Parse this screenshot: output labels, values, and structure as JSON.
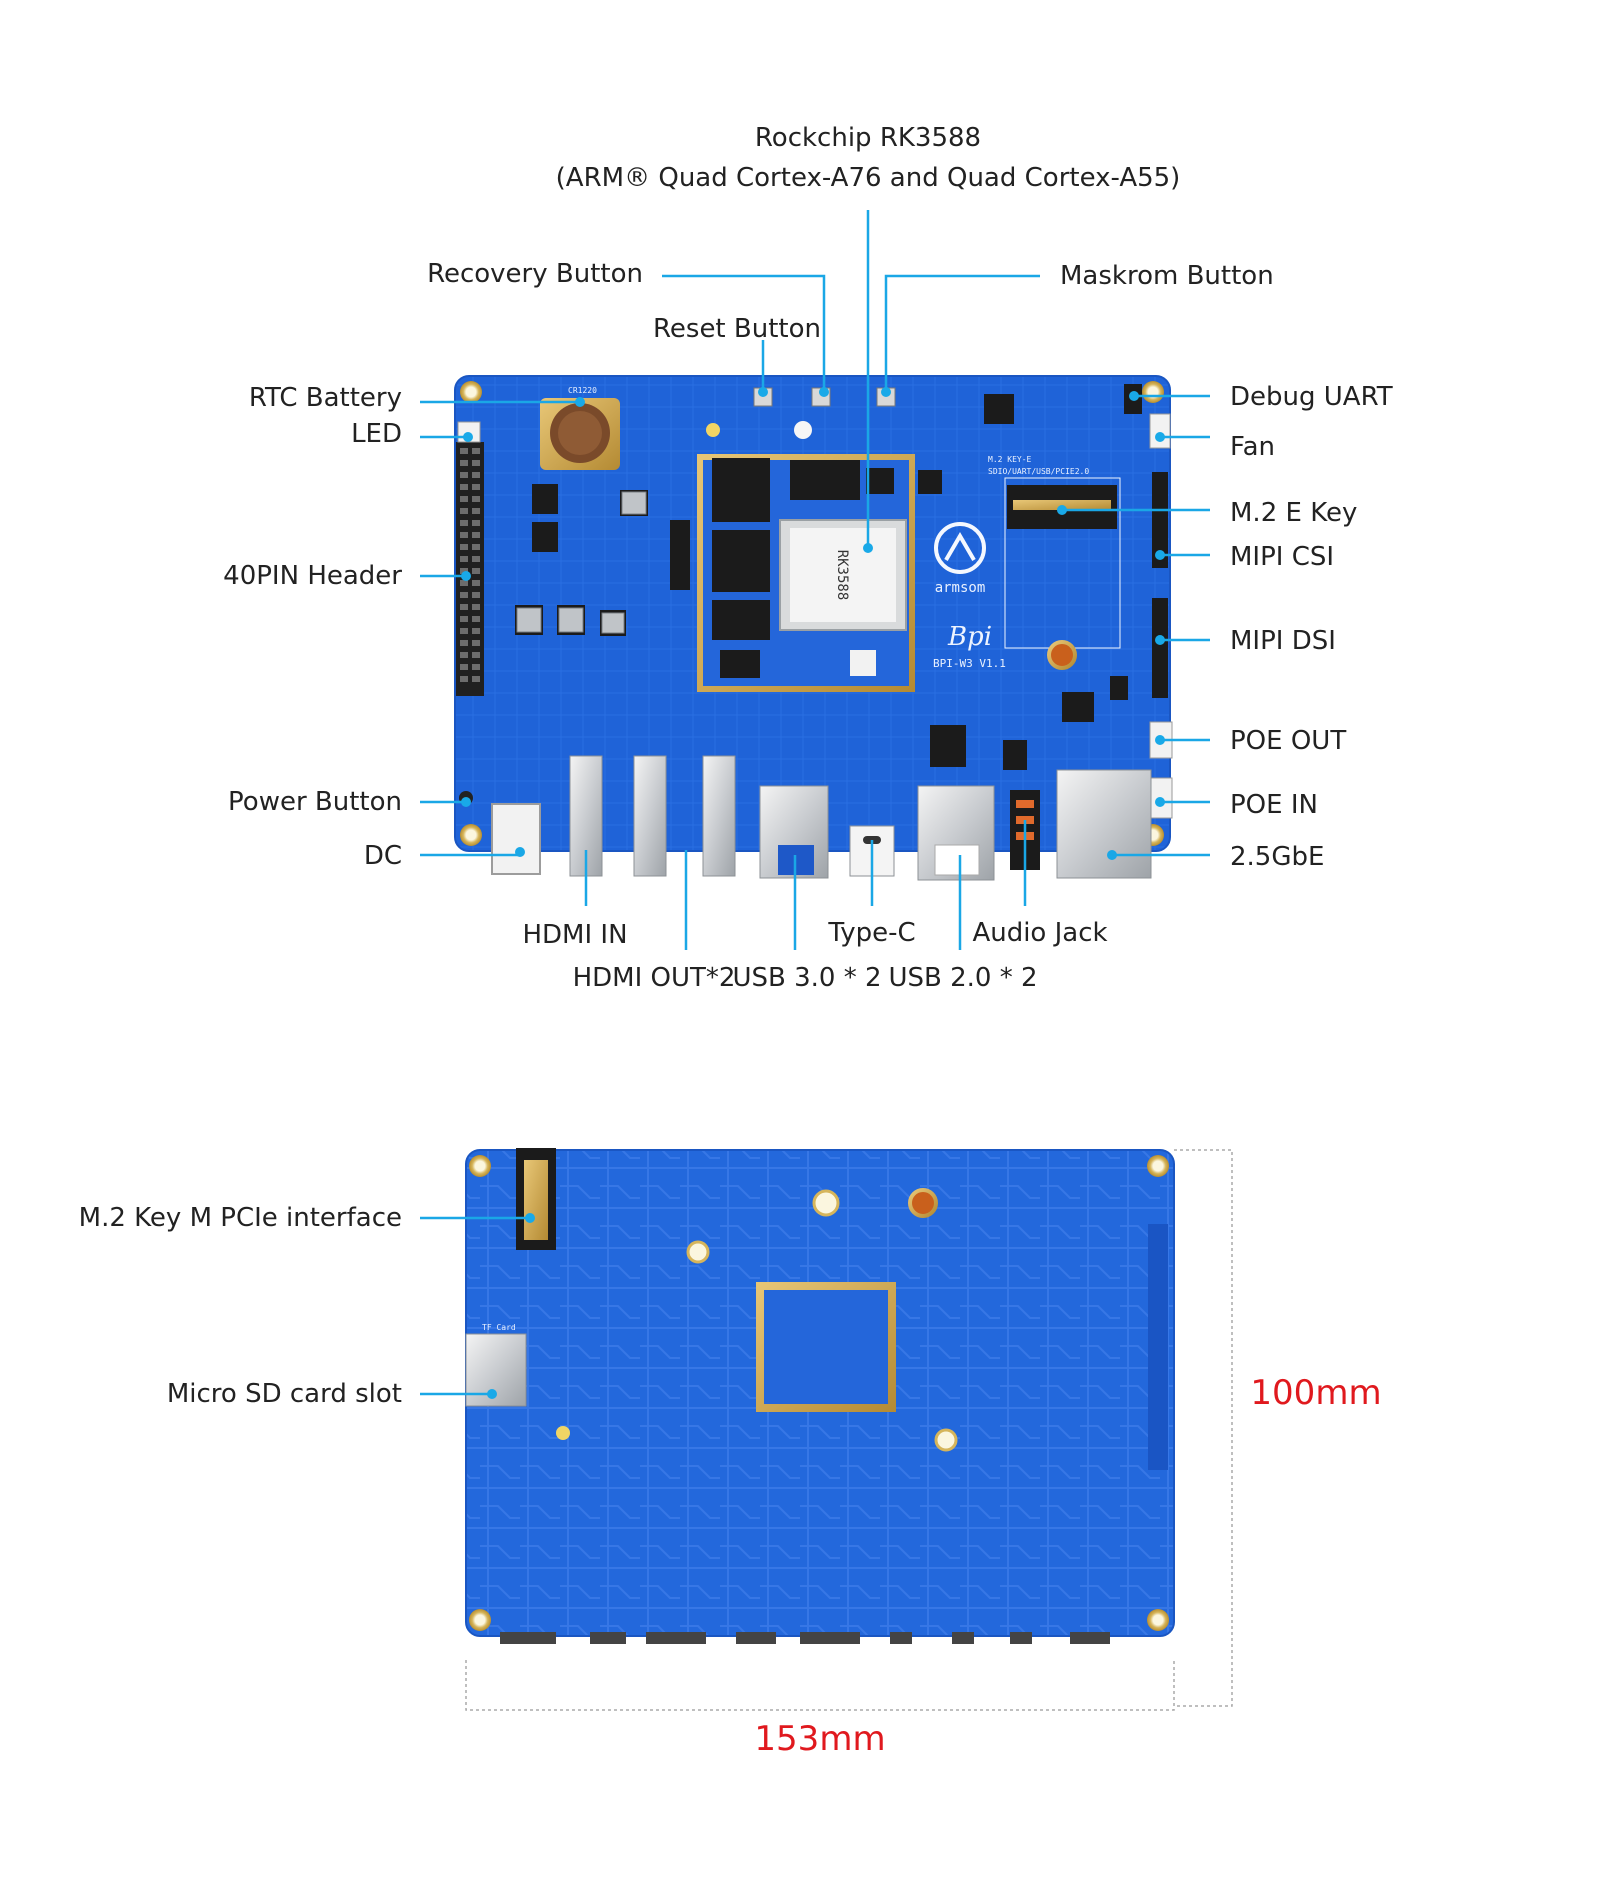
{
  "top_board": {
    "title": "Rockchip RK3588",
    "title_sub": "(ARM® Quad Cortex-A76 and Quad Cortex-A55)",
    "left_labels": {
      "rtc_battery": "RTC Battery",
      "led": "LED",
      "header_40pin": "40PIN Header",
      "power_button": "Power Button",
      "dc": "DC"
    },
    "top_labels": {
      "recovery": "Recovery Button",
      "reset": "Reset Button",
      "maskrom": "Maskrom Button"
    },
    "right_labels": {
      "debug_uart": "Debug UART",
      "fan": "Fan",
      "m2_e_key": "M.2 E Key",
      "mipi_csi": "MIPI CSI",
      "mipi_dsi": "MIPI DSI",
      "poe_out": "POE OUT",
      "poe_in": "POE IN",
      "gbe": "2.5GbE"
    },
    "bottom_labels": {
      "hdmi_in": "HDMI IN",
      "hdmi_out": "HDMI OUT*2",
      "usb30": "USB 3.0 * 2",
      "type_c": "Type-C",
      "usb20": "USB 2.0 * 2",
      "audio_jack": "Audio Jack"
    },
    "silkscreen": {
      "brand": "armsom",
      "model": "BPI-W3  V1.1",
      "bpi": "Bpi",
      "soc_text": "RK3588",
      "m2_text": "M.2  KEY-E",
      "m2_sub": "SDIO/UART/USB/PCIE2.0",
      "cr": "CR1220"
    }
  },
  "bottom_board": {
    "m2_m_key": "M.2 Key M PCIe interface",
    "micro_sd": "Micro SD card slot",
    "silk_tf": "TF Card",
    "width": "153mm",
    "height": "100mm"
  },
  "colors": {
    "pcb": "#1f63d8",
    "pcb_dark": "#1450bb",
    "leader": "#1aa7e6",
    "dimension": "#e0191e",
    "gold": "#d8b35a"
  }
}
